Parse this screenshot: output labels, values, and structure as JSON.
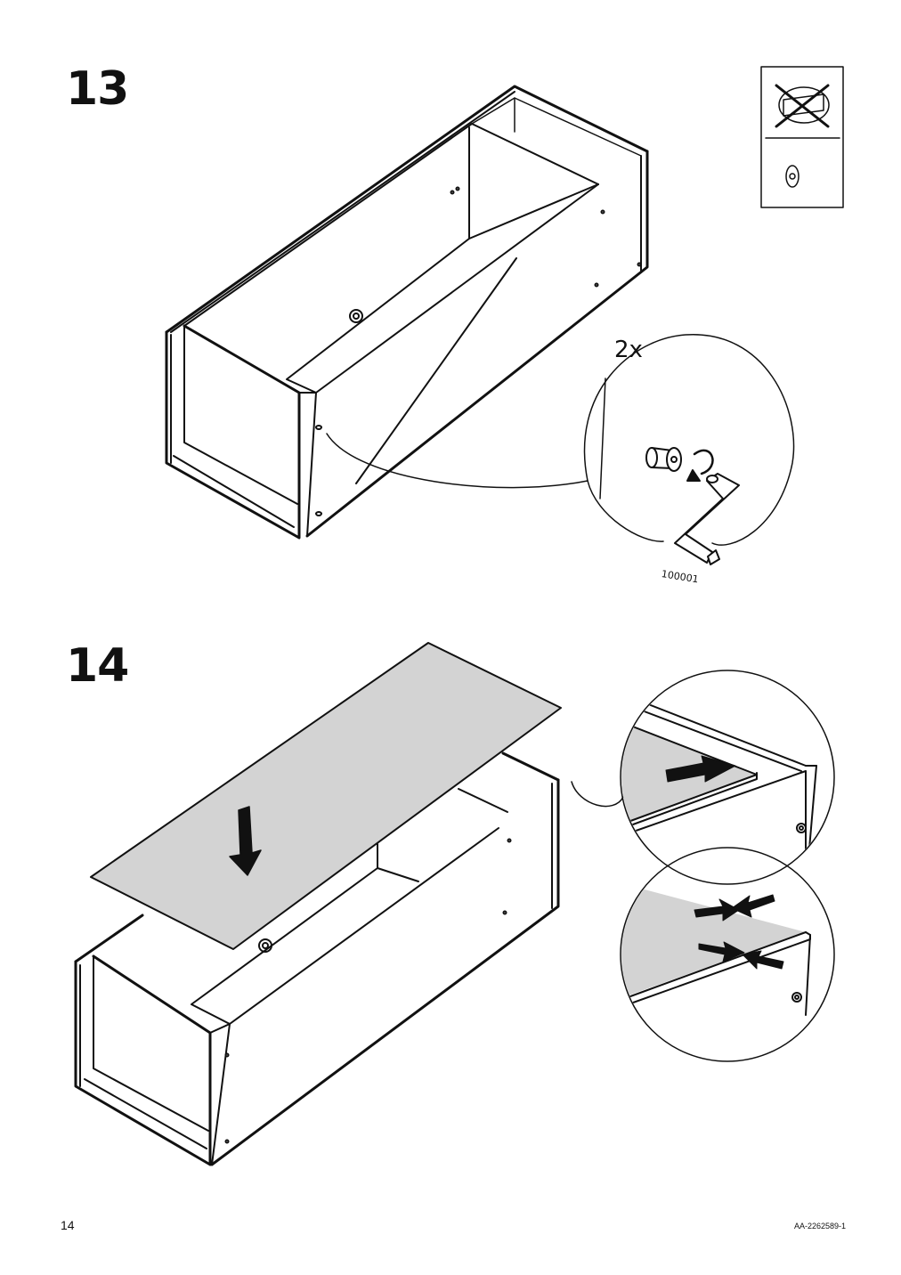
{
  "page": {
    "page_number": "14",
    "document_code": "AA-2262589-1"
  },
  "steps": [
    {
      "number": "13",
      "quantity": "2x",
      "part_number": "100001"
    },
    {
      "number": "14"
    }
  ],
  "icons": {
    "hint_box": [
      "tool-crossed-out-icon",
      "cam-lock-icon"
    ],
    "tool": "allen-key-icon",
    "arrows": [
      "down-arrow-icon",
      "push-arrow-icon",
      "align-arrows-icon"
    ]
  },
  "colors": {
    "line": "#111111",
    "panel_fill": "#d3d3d3",
    "background": "#ffffff"
  }
}
